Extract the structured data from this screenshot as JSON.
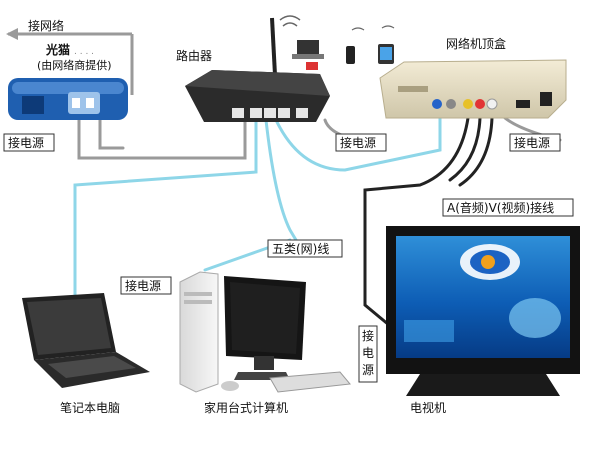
{
  "labels": {
    "internet_access": "接网络",
    "modem_title": "光猫",
    "modem_note": "(由网络商提供)",
    "modem_power": "接电源",
    "router": "路由器",
    "set_top_box": "网络机顶盒",
    "router_power": "接电源",
    "stb_power": "接电源",
    "av_cable": "A(音频)V(视频)接线",
    "cat5_cable": "五类(网)线",
    "pc_power": "接电源",
    "tv_power_1": "接",
    "tv_power_2": "电",
    "tv_power_3": "源",
    "laptop": "笔记本电脑",
    "desktop": "家用台式计算机",
    "tv": "电视机"
  },
  "colors": {
    "network_cable": "#8ed6e8",
    "power_cable": "#999999",
    "av_cable": "#222222",
    "arrow": "#9a9a9a",
    "modem_blue": "#1f5fb0"
  }
}
